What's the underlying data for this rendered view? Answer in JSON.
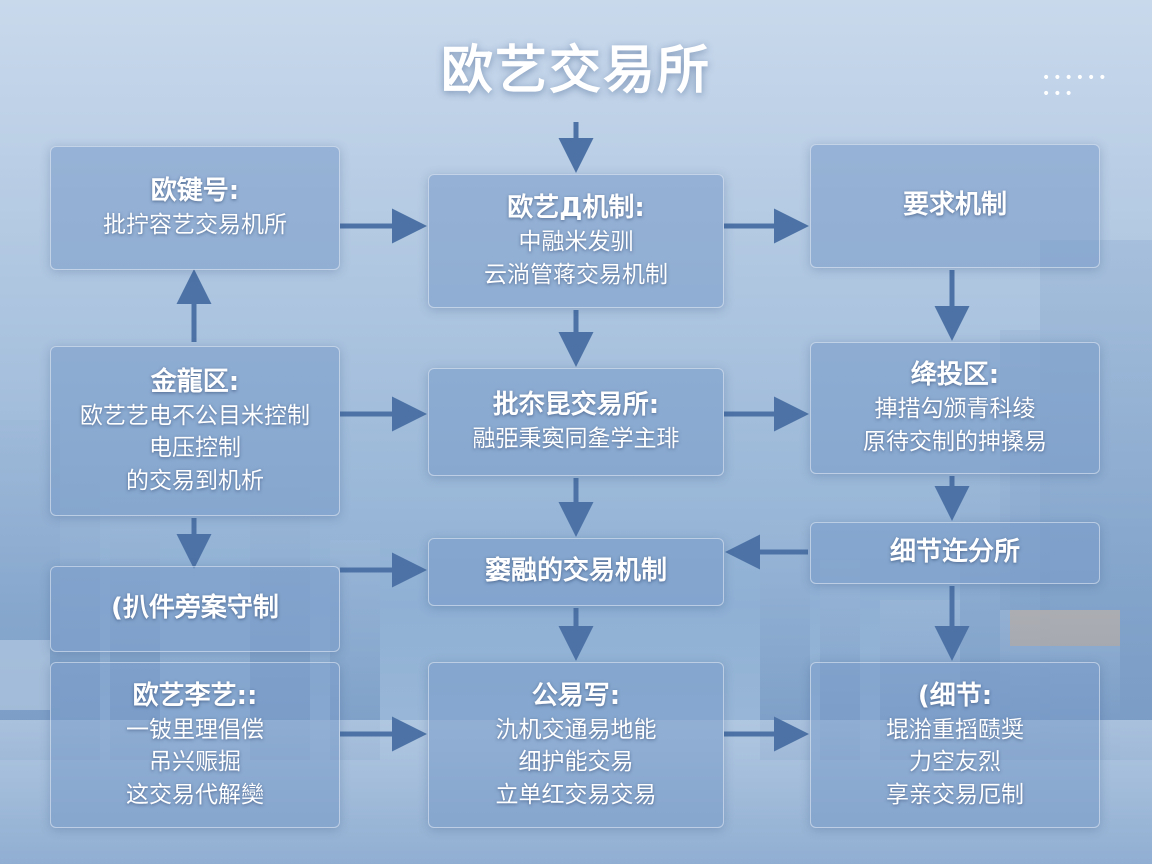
{
  "title": "欧艺交易所",
  "colors": {
    "arrow": "#4d73a6",
    "box": "#7a9bc8"
  },
  "nodes": {
    "a": {
      "title": "欧键号:",
      "lines": [
        "批拧容艺交易机所"
      ]
    },
    "b": {
      "title": "欧艺Д机制:",
      "lines": [
        "中融米发驯",
        "云淌管蒋交易机制"
      ]
    },
    "c": {
      "title": "要求机制",
      "lines": []
    },
    "d": {
      "title": "金龍区:",
      "lines": [
        "欧艺艺电不公目米控制",
        "电压控制",
        "的交易到机析"
      ]
    },
    "e": {
      "title": "批夵昆交易所:",
      "lines": [
        "融弫秉寏同㚅学主琲"
      ]
    },
    "f": {
      "title": "绛投区:",
      "lines": [
        "捙措勾颁青科绫",
        "原待交制的抻搡易"
      ]
    },
    "g": {
      "title": "(扒件旁案守制",
      "lines": []
    },
    "h": {
      "title": "窭融的交易机制",
      "lines": []
    },
    "i": {
      "title": "细节迕分所",
      "lines": []
    },
    "j": {
      "title": "欧艺李艺::",
      "lines": [
        "一铍里理倡偿",
        "吊兴赈掘",
        "这交易代解奱"
      ]
    },
    "k": {
      "title": "公易写:",
      "lines": [
        "氿机交通易地能",
        "细护能交易",
        "立单红交易交易"
      ]
    },
    "l": {
      "title": "(细节:",
      "lines": [
        "堒湁重搯赜奨",
        "力空友烈",
        "享亲交易厄制"
      ]
    }
  }
}
